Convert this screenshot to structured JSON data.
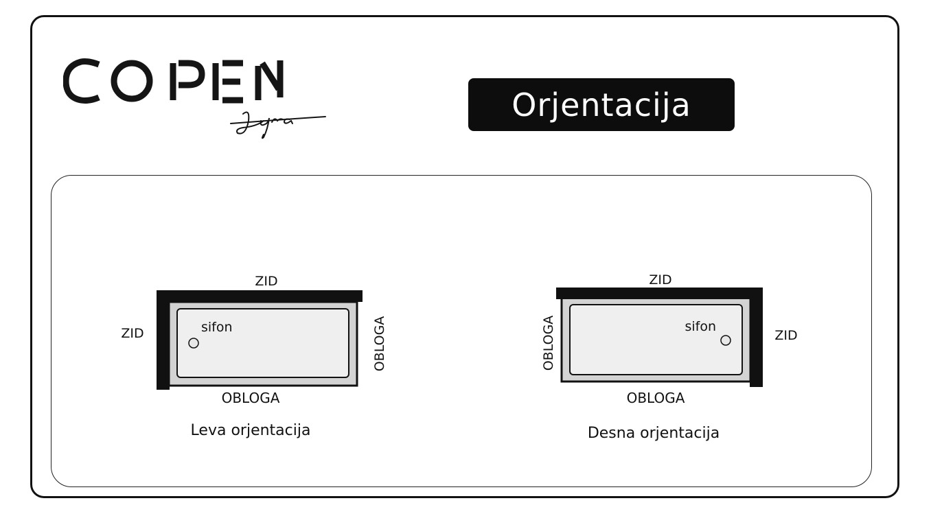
{
  "brand": {
    "name": "COPEN",
    "sub": "Lyra"
  },
  "title": "Orjentacija",
  "colors": {
    "frame": "#111111",
    "title_bg": "#0d0d0d",
    "title_text": "#ffffff",
    "tray_fill": "#d3d3d3",
    "basin_fill": "#efefef",
    "wall": "#111111"
  },
  "diagrams": {
    "left": {
      "top_label": "ZID",
      "side_wall_label": "ZID",
      "side_cover_label": "OBLOGA",
      "bottom_label": "OBLOGA",
      "drain_label": "sifon",
      "caption": "Leva orjentacija"
    },
    "right": {
      "top_label": "ZID",
      "side_wall_label": "ZID",
      "side_cover_label": "OBLOGA",
      "bottom_label": "OBLOGA",
      "drain_label": "sifon",
      "caption": "Desna orjentacija"
    }
  }
}
